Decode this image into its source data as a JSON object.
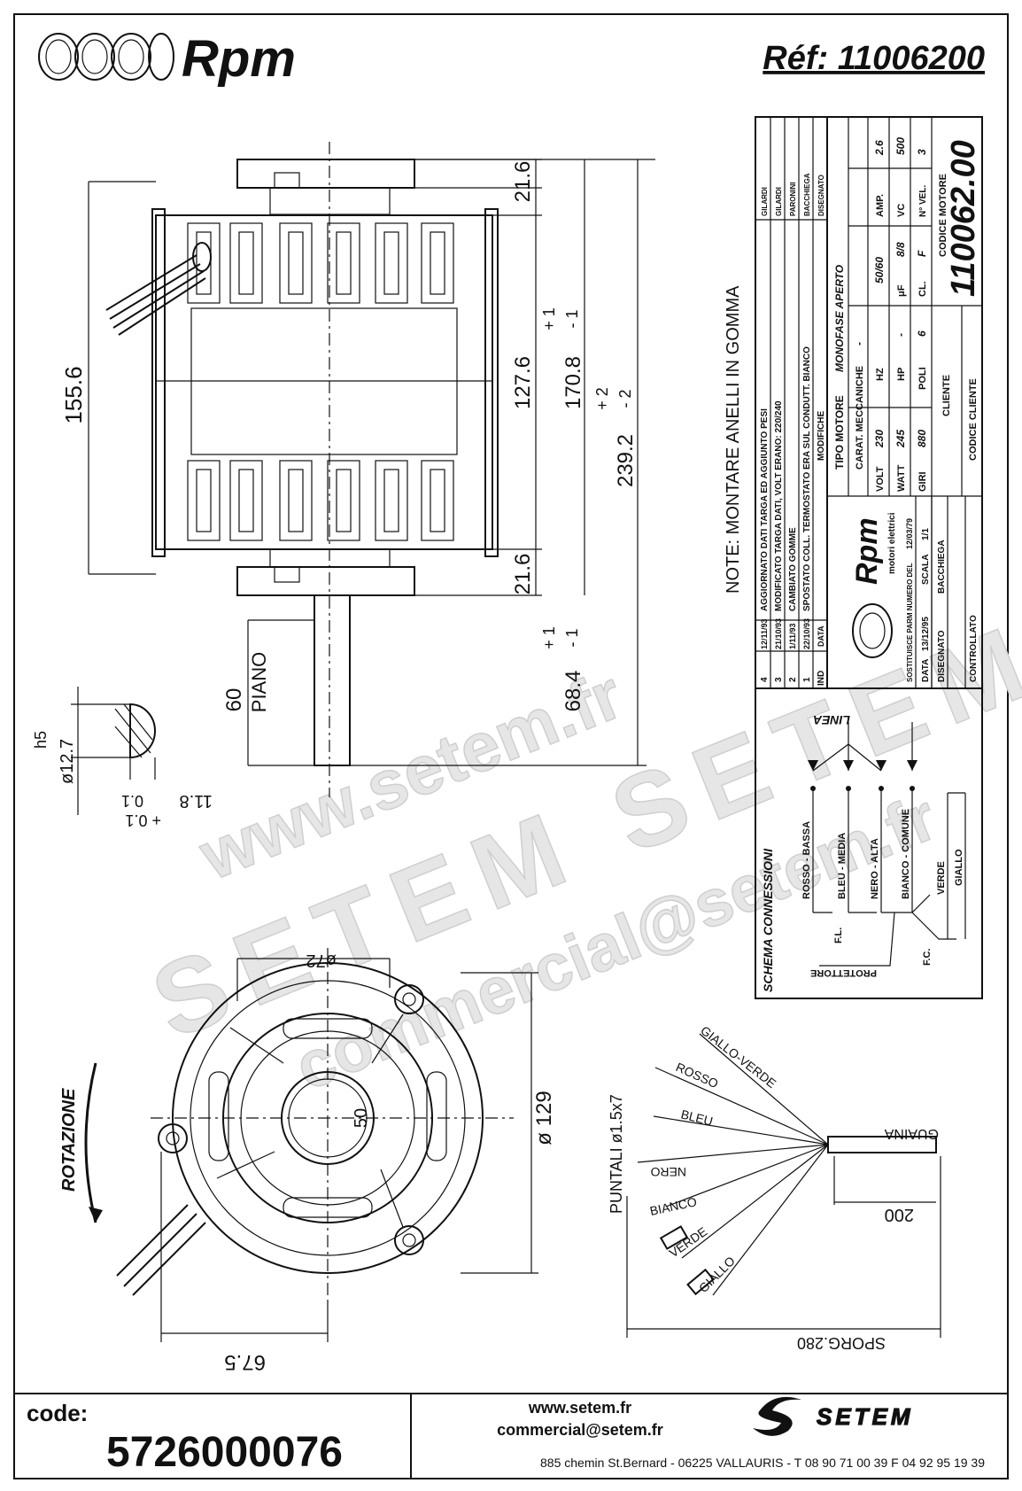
{
  "header": {
    "brand": "Rpm",
    "reference": "Réf:  11006200"
  },
  "dimensions": {
    "side_view": {
      "overall_height": "155.6",
      "top_flange": "21.6",
      "body": "127.6",
      "bottom_flange": "21.6",
      "length_170": "170.8",
      "tol_170": [
        "+ 1",
        "- 1"
      ],
      "length_239": "239.2",
      "tol_239": [
        "+ 2",
        "- 2"
      ],
      "shaft_length": "68.4",
      "tol_shaft": [
        "+ 1",
        "- 1"
      ],
      "flat_length": "60",
      "flat_label": "PIANO"
    },
    "shaft_section": {
      "diameter": "ø12.7",
      "fit": "h5",
      "flat": "11.8",
      "tol_flat": [
        "0.1",
        "+ 0.1"
      ]
    },
    "front_view": {
      "bolt_circle": "ø72",
      "outer_diameter": "ø 129",
      "hub": "50",
      "offset": "67.5",
      "rotation_label": "ROTAZIONE"
    }
  },
  "note": "NOTE: MONTARE ANELLI IN GOMMA",
  "title_block": {
    "headers": [
      "DISEGNATO",
      "BACCHIEGA",
      "CONTROLLATO"
    ],
    "revisions": [
      {
        "n": "4",
        "date": "12/11/93",
        "desc": "AGGIORNATO DATI TARGA ED AGGIUNTO PESI",
        "by": "GILARDI"
      },
      {
        "n": "3",
        "date": "21/10/93",
        "desc": "MODIFICATO TARGA DATI, VOLT ERANO: 220/240",
        "by": "GILARDI"
      },
      {
        "n": "2",
        "date": "1/11/93",
        "desc": "CAMBIATO GOMME",
        "by": "PARONINI"
      },
      {
        "n": "1",
        "date": "22/10/93",
        "desc": "SPOSTATO COLL. TERMOSTATO ERA SUL CONDUTT. BIANCO",
        "by": "BACCHIEGA"
      },
      {
        "n": "IND",
        "date": "DATA",
        "desc": "MODIFICHE",
        "by": "DISEGNATO"
      }
    ],
    "tipo_motore_label": "TIPO MOTORE",
    "tipo_motore": "MONOFASE APERTO",
    "carat_label": "CARAT. MECCANICHE",
    "carat_value": "-",
    "specs": [
      {
        "label": "VOLT",
        "value": "230",
        "label2": "HZ",
        "value2": "50/60",
        "label3": "AMP.",
        "value3": "2.6"
      },
      {
        "label": "WATT",
        "value": "245",
        "label2": "HP",
        "value2": "-",
        "label3": "μF",
        "value3": "8/8",
        "label4": "VC",
        "value4": "500"
      },
      {
        "label": "GIRI",
        "value": "880",
        "label2": "POLI",
        "value2": "6",
        "label3": "CL.",
        "value3": "F",
        "label4": "N° VEL.",
        "value4": "3"
      }
    ],
    "cliente_label": "CLIENTE",
    "codice_cliente_label": "CODICE CLIENTE",
    "codice_motore_label": "CODICE MOTORE",
    "codice_motore": "110062.00",
    "company": "motori elettrici",
    "data_label": "DATA",
    "data_value": "13/12/95",
    "scala_label": "SCALA",
    "scala_value": "1/1",
    "sostituisce": "SOSTITUISCE PARM NUMERO DEL",
    "sostituisce_date": "12/03/79"
  },
  "wiring": {
    "title": "SCHEMA CONNESSIONI",
    "linea": "LINEA",
    "leads": [
      "ROSSO - BASSA",
      "BLEU - MEDIA",
      "NERO - ALTA",
      "BIANCO - COMUNE",
      "VERDE",
      "GIALLO"
    ],
    "fl": "F.L.",
    "fc": "F.C.",
    "protettore": "PROTETTORE"
  },
  "leads_view": {
    "wires": [
      "GIALLO-VERDE",
      "ROSSO",
      "BLEU",
      "NERO",
      "BIANCO",
      "VERDE",
      "GIALLO"
    ],
    "guaina": "GUAINA",
    "puntali": "PUNTALI ø1.5x7",
    "length_200": "200",
    "sporg": "SPORG.280"
  },
  "watermark": {
    "line1": "www.setem.fr",
    "line2": "SETEM  SETEM",
    "line3": "commercial@setem.fr"
  },
  "footer": {
    "code_label": "code:",
    "code": "5726000076",
    "web": "www.setem.fr",
    "email": "commercial@setem.fr",
    "address": "885 chemin St.Bernard  -  06225 VALLAURIS  -  T 08 90 71 00 39   F 04 92 95 19 39",
    "logo_text": "SETEM"
  }
}
